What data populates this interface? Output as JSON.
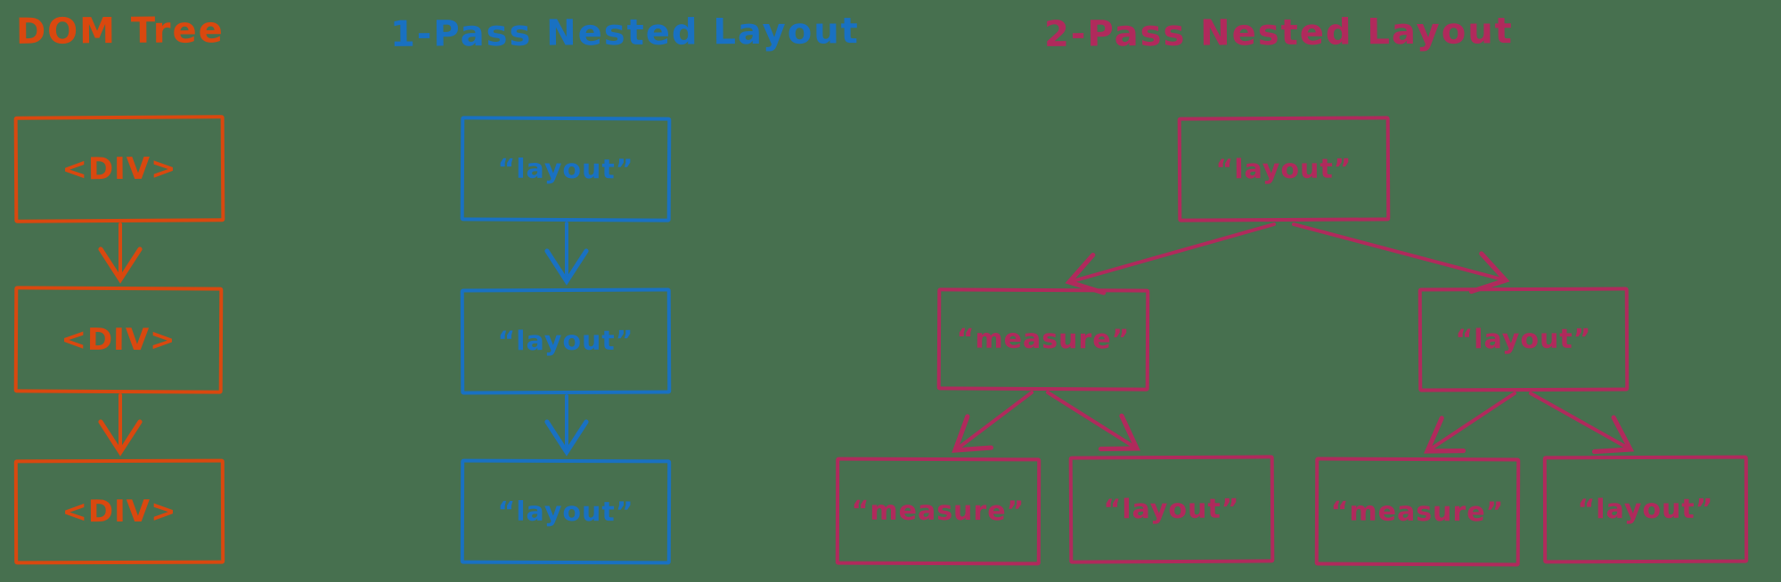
{
  "colors": {
    "bg": "#47704f",
    "orange": "#d9480f",
    "blue": "#1971c2",
    "pink": "#b02a5c"
  },
  "dom_tree": {
    "title": "DOM Tree",
    "node1": "<DIV>",
    "node2": "<DIV>",
    "node3": "<DIV>"
  },
  "one_pass": {
    "title": "1-Pass Nested Layout",
    "node1": "“layout”",
    "node2": "“layout”",
    "node3": "“layout”"
  },
  "two_pass": {
    "title": "2-Pass Nested Layout",
    "root": "“layout”",
    "branch_measure": "“measure”",
    "branch_layout": "“layout”",
    "leaf1": "“measure”",
    "leaf2": "“layout”",
    "leaf3": "“measure”",
    "leaf4": "“layout”"
  }
}
